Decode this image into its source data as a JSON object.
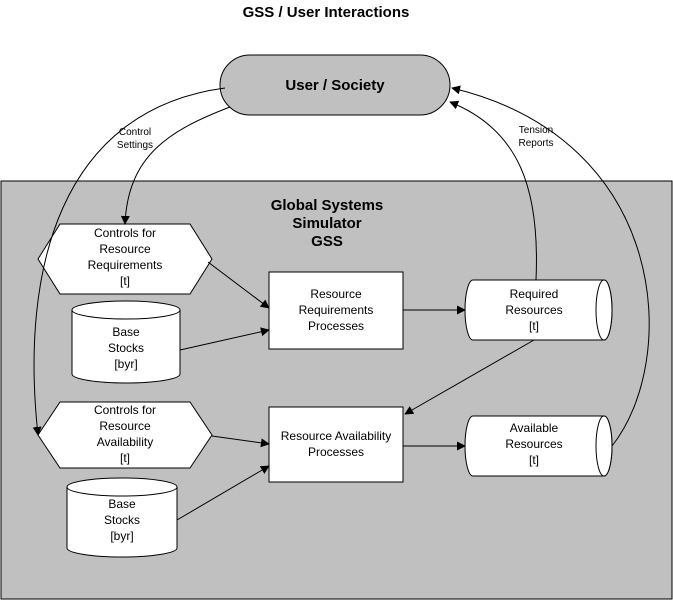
{
  "title": "GSS / User Interactions",
  "user_node": "User / Society",
  "gss_label": [
    "Global Systems",
    "Simulator",
    "GSS"
  ],
  "controls_req": [
    "Controls for",
    "Resource",
    "Requirements",
    "[t]"
  ],
  "base_stocks_1": [
    "Base",
    "Stocks",
    "[byr]"
  ],
  "req_processes": [
    "Resource",
    "Requirements",
    "Processes"
  ],
  "required_resources": [
    "Required",
    "Resources",
    "[t]"
  ],
  "controls_avail": [
    "Controls for",
    "Resource",
    "Availability",
    "[t]"
  ],
  "avail_processes": [
    "Resource Availability",
    "Processes"
  ],
  "available_resources": [
    "Available",
    "Resources",
    "[t]"
  ],
  "base_stocks_2": [
    "Base",
    "Stocks",
    "[byr]"
  ],
  "edge_control_settings": [
    "Control",
    "Settings"
  ],
  "edge_tension_reports": [
    "Tension",
    "Reports"
  ],
  "colors": {
    "gss_background": "#c0c0c0",
    "user_node_fill": "#c0c0c0",
    "box_fill": "#ffffff",
    "line": "#000000"
  }
}
